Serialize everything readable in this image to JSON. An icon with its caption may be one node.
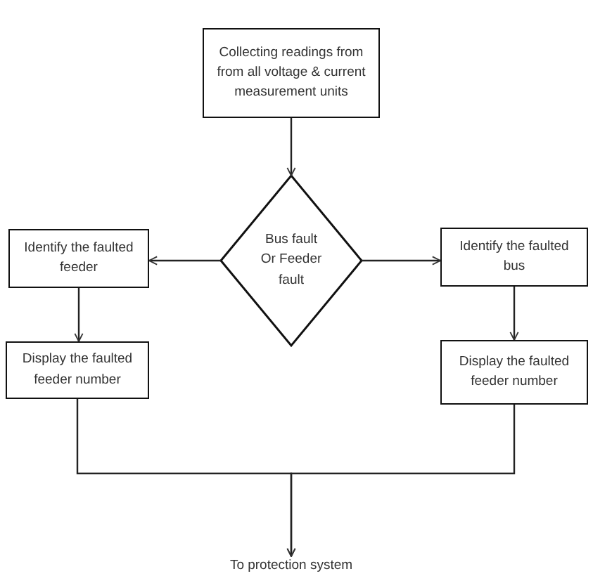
{
  "diagram": {
    "nodes": [
      {
        "text": [
          "Collecting readings from from all voltage & current measurement units"
        ]
      },
      {
        "text": [
          "Bus fault Or Feeder fault"
        ]
      },
      {
        "text": [
          "Identify the faulted feeder"
        ]
      },
      {
        "text": [
          "Identify the faulted bus"
        ]
      },
      {
        "text": [
          "Display the faulted feeder number"
        ]
      },
      {
        "text": [
          "Display the faulted feeder number"
        ]
      },
      {
        "text": [
          "To protection system"
        ]
      }
    ],
    "edges": [
      {
        "from": 0,
        "to": 1,
        "arrow": "to"
      },
      {
        "from": 1,
        "to": 2,
        "arrow": "to"
      },
      {
        "from": 1,
        "to": 3,
        "arrow": "to"
      },
      {
        "from": 2,
        "to": 4,
        "arrow": "to"
      },
      {
        "from": 3,
        "to": 5,
        "arrow": "to"
      },
      {
        "from": 4,
        "to": 6,
        "arrow": "to"
      },
      {
        "from": 5,
        "to": 6,
        "arrow": "to"
      }
    ]
  }
}
